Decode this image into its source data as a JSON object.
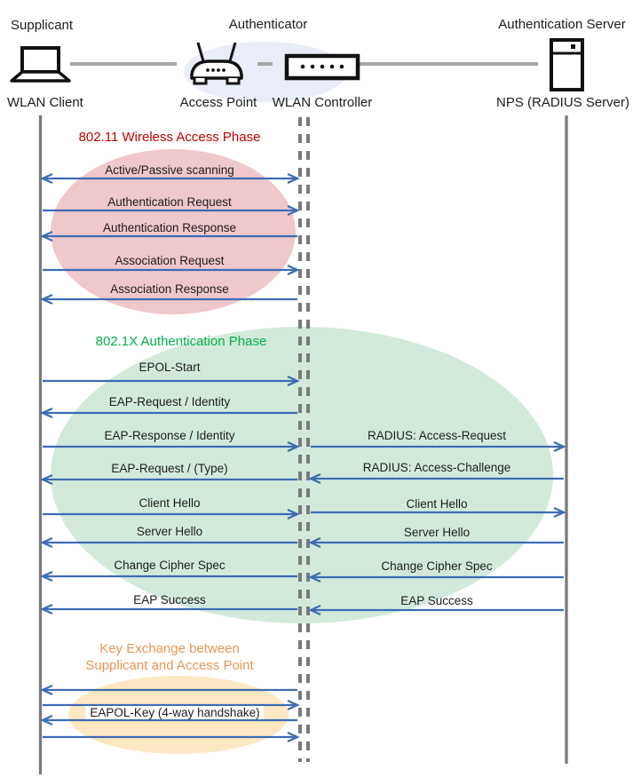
{
  "header": {
    "supplicant": "Supplicant",
    "authenticator": "Authenticator",
    "auth_server": "Authentication Server"
  },
  "devices": {
    "wlan_client": "WLAN Client",
    "access_point": "Access Point",
    "wlan_controller": "WLAN Controller",
    "nps": "NPS (RADIUS Server)"
  },
  "phases": {
    "p80211": {
      "title": "802.11 Wireless Access Phase",
      "title_color": "#C00000",
      "ellipse_fill": "#EFC8CC"
    },
    "p8021x": {
      "title": "802.1X Authentication Phase",
      "title_color": "#00B050",
      "ellipse_fill": "#D3EADB"
    },
    "key_exchange": {
      "title_line1": "Key Exchange between",
      "title_line2": "Supplicant and Access Point",
      "title_color": "#ED9455",
      "ellipse_fill": "#FCE9C3"
    }
  },
  "messages": {
    "client_to_controller": [
      {
        "label": "Active/Passive scanning",
        "direction": "both"
      },
      {
        "label": "Authentication Request",
        "direction": "right"
      },
      {
        "label": "Authentication Response",
        "direction": "left"
      },
      {
        "label": "Association Request",
        "direction": "right"
      },
      {
        "label": "Association Response",
        "direction": "left"
      },
      {
        "label": "EPOL-Start",
        "direction": "right"
      },
      {
        "label": "EAP-Request / Identity",
        "direction": "left"
      },
      {
        "label": "EAP-Response / Identity",
        "direction": "right"
      },
      {
        "label": "EAP-Request / (Type)",
        "direction": "left"
      },
      {
        "label": "Client Hello",
        "direction": "right"
      },
      {
        "label": "Server Hello",
        "direction": "left"
      },
      {
        "label": "Change Cipher Spec",
        "direction": "left"
      },
      {
        "label": "EAP Success",
        "direction": "left"
      },
      {
        "label": "",
        "direction": "left"
      },
      {
        "label": "",
        "direction": "right"
      },
      {
        "label": "EAPOL-Key (4-way handshake)",
        "direction": "left"
      },
      {
        "label": "",
        "direction": "right"
      }
    ],
    "controller_to_server": [
      {
        "label": "RADIUS: Access-Request",
        "direction": "right"
      },
      {
        "label": "RADIUS: Access-Challenge",
        "direction": "left"
      },
      {
        "label": "Client Hello",
        "direction": "right"
      },
      {
        "label": "Server Hello",
        "direction": "left"
      },
      {
        "label": "Change Cipher Spec",
        "direction": "left"
      },
      {
        "label": "EAP Success",
        "direction": "left"
      }
    ]
  },
  "palette": {
    "arrow_blue": "#3E6CB3",
    "lifeline_gray": "#7A7A7A",
    "connector_gray": "#A6A6A6",
    "authenticator_ellipse_fill": "#E9EDF7",
    "icon_stroke": "#111111"
  }
}
